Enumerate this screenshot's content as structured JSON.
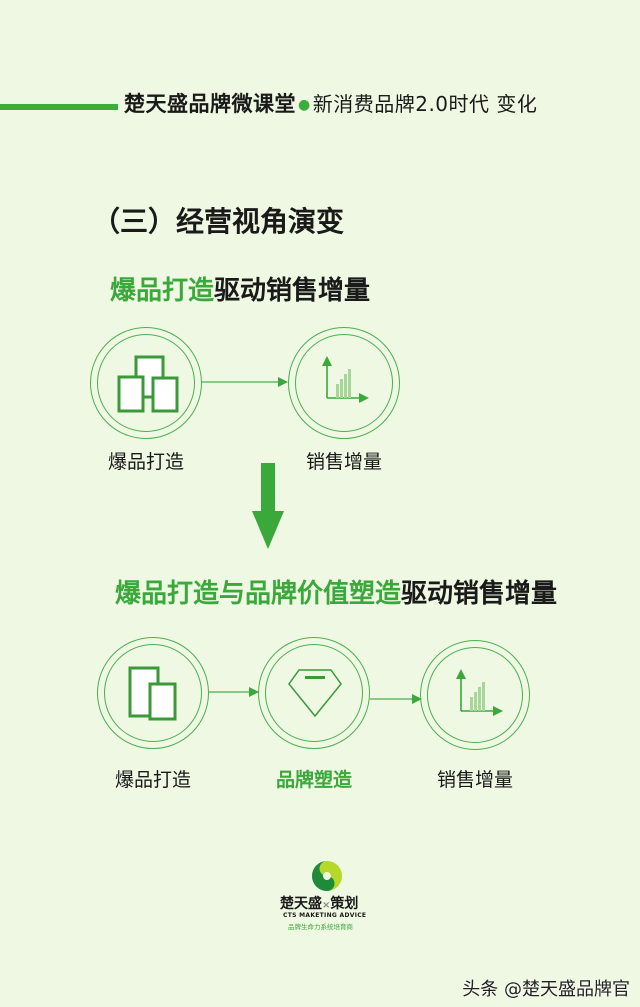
{
  "header": {
    "brand": "楚天盛品牌微课堂",
    "subtitle": "新消费品牌2.0时代 变化"
  },
  "section_title": "（三）经营视角演变",
  "flow1": {
    "heading_green": "爆品打造",
    "heading_black": "驱动销售增量",
    "nodes": [
      {
        "label": "爆品打造",
        "icon": "products-icon"
      },
      {
        "label": "销售增量",
        "icon": "growth-chart-icon"
      }
    ]
  },
  "transition_arrow": "down-arrow-icon",
  "flow2": {
    "heading_green": "爆品打造与品牌价值塑造",
    "heading_black": "驱动销售增量",
    "nodes": [
      {
        "label": "爆品打造",
        "icon": "products-icon"
      },
      {
        "label": "品牌塑造",
        "icon": "diamond-icon",
        "highlight": true
      },
      {
        "label": "销售增量",
        "icon": "growth-chart-icon"
      }
    ]
  },
  "logo": {
    "name_left": "楚天盛",
    "name_right": "策划",
    "english": "CTS MAKETING ADVICE",
    "tagline": "品牌生命力系统培育商"
  },
  "watermark": "头条 @楚天盛品牌官",
  "colors": {
    "background": "#eef8e2",
    "accent": "#3aa83a",
    "text": "#1a1a1a"
  }
}
